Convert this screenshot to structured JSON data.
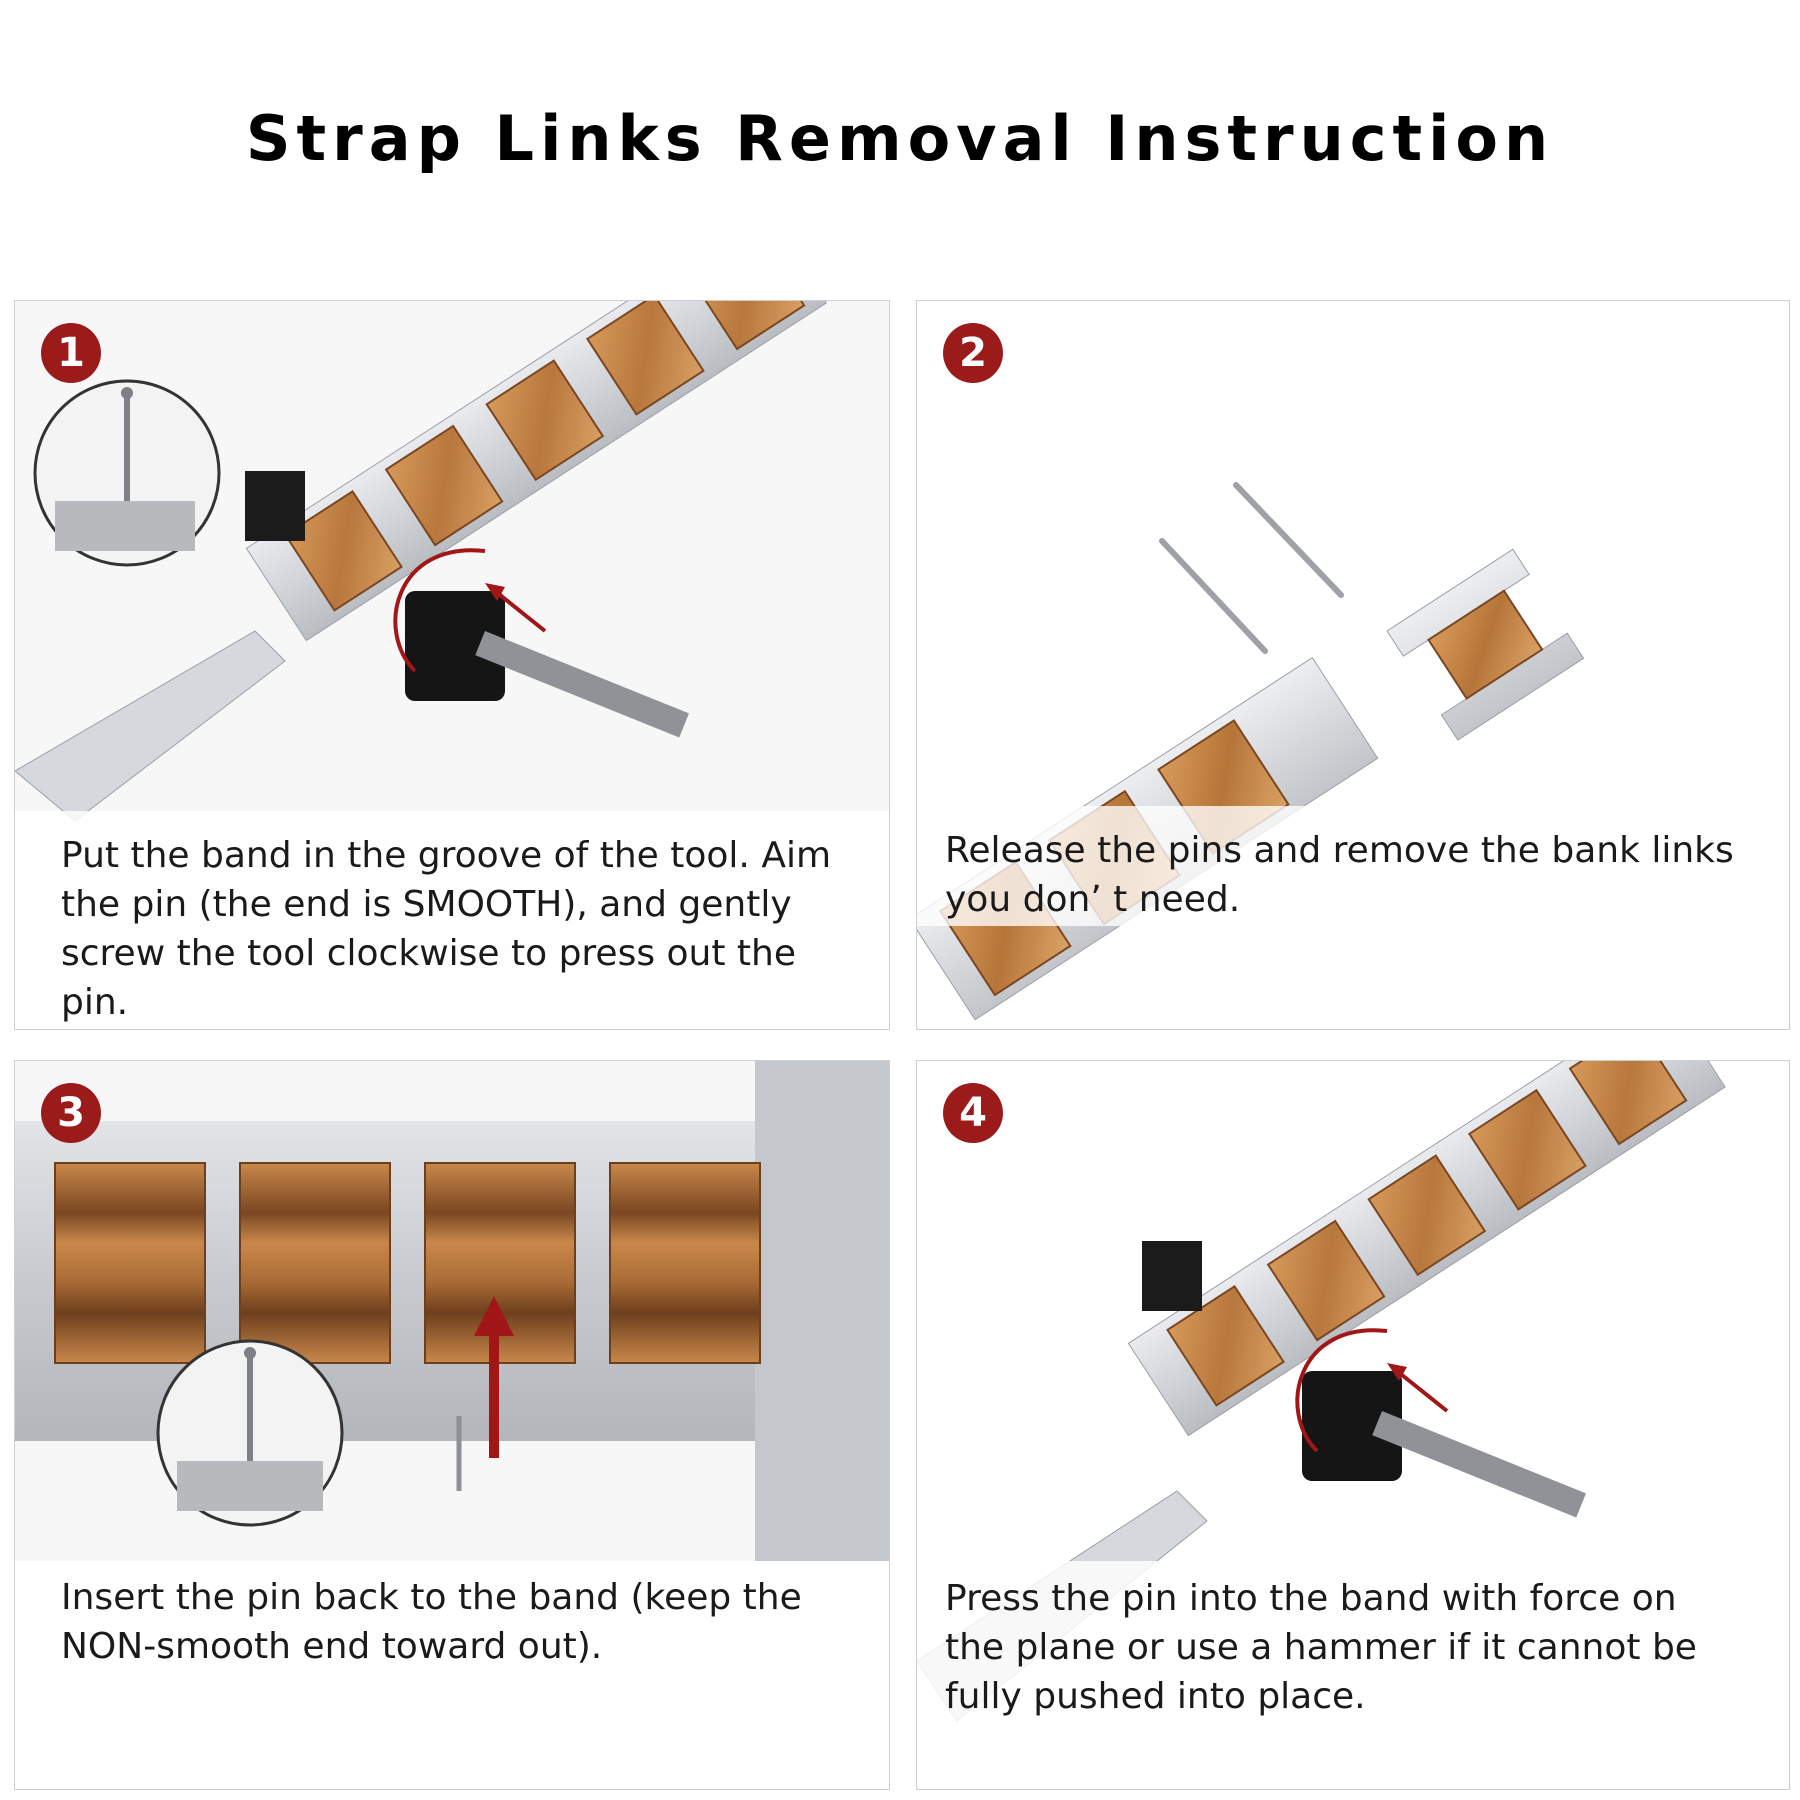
{
  "title": "Strap Links Removal Instruction",
  "steps": [
    {
      "number": "1",
      "text": "Put the band in the groove of the tool. Aim the pin (the end is SMOOTH), and gently screw the tool clockwise to press out the pin."
    },
    {
      "number": "2",
      "text": "Release the pins and remove the bank links you don’ t need."
    },
    {
      "number": "3",
      "text": "Insert the pin back to the band (keep the NON-smooth end toward out)."
    },
    {
      "number": "4",
      "text": "Press the pin into the band with force on the plane or use a hammer if it cannot be fully pushed into place."
    }
  ],
  "colors": {
    "badge": "#9b1b1b",
    "arrow": "#a11616",
    "wood": "#c98a4b",
    "wood_dark": "#7a4722",
    "steel": "#cfd2d6"
  },
  "icons": [
    "pin-closeup",
    "link-removal-tool",
    "watch-band",
    "pin",
    "arrow"
  ]
}
